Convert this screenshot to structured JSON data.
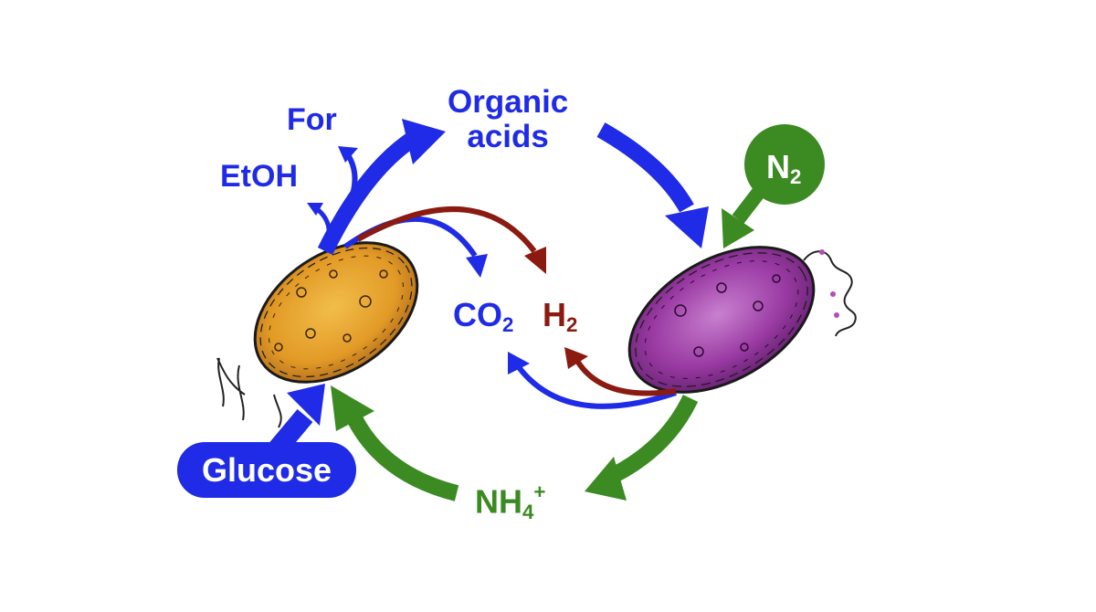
{
  "labels": {
    "organic": "Organic",
    "acids": "acids",
    "for": "For",
    "etoh": "EtOH",
    "co2_main": "CO",
    "co2_sub": "2",
    "h2_main": "H",
    "h2_sub": "2",
    "n2_main": "N",
    "n2_sub": "2",
    "nh4_main": "NH",
    "nh4_sub": "4",
    "nh4_sup": "+",
    "glucose": "Glucose"
  },
  "colors": {
    "blue": "#1f2be6",
    "dark_red": "#8b1a10",
    "green": "#3b8a22",
    "orange_cell": "#e5a02c",
    "purple_cell": "#9a3aa3"
  },
  "icons": [
    "orange-bacterium-icon",
    "purple-bacterium-icon"
  ]
}
